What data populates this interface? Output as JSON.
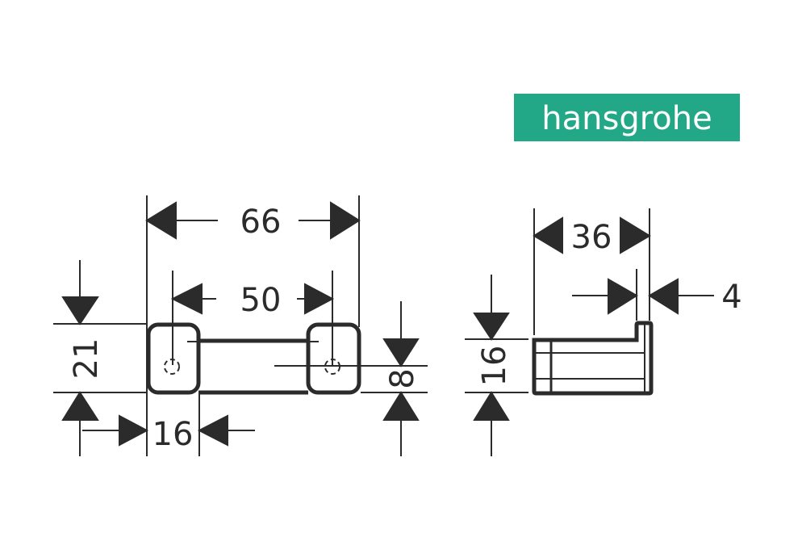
{
  "brand": {
    "name": "hansgrohe",
    "color": "#22a886"
  },
  "front_view": {
    "overall_width": "66",
    "hole_spacing": "50",
    "height": "21",
    "block_width": "16",
    "hole_offset": "8"
  },
  "side_view": {
    "depth": "36",
    "hook_thickness": "4",
    "height": "16"
  },
  "line_color": "#2b2b2b"
}
